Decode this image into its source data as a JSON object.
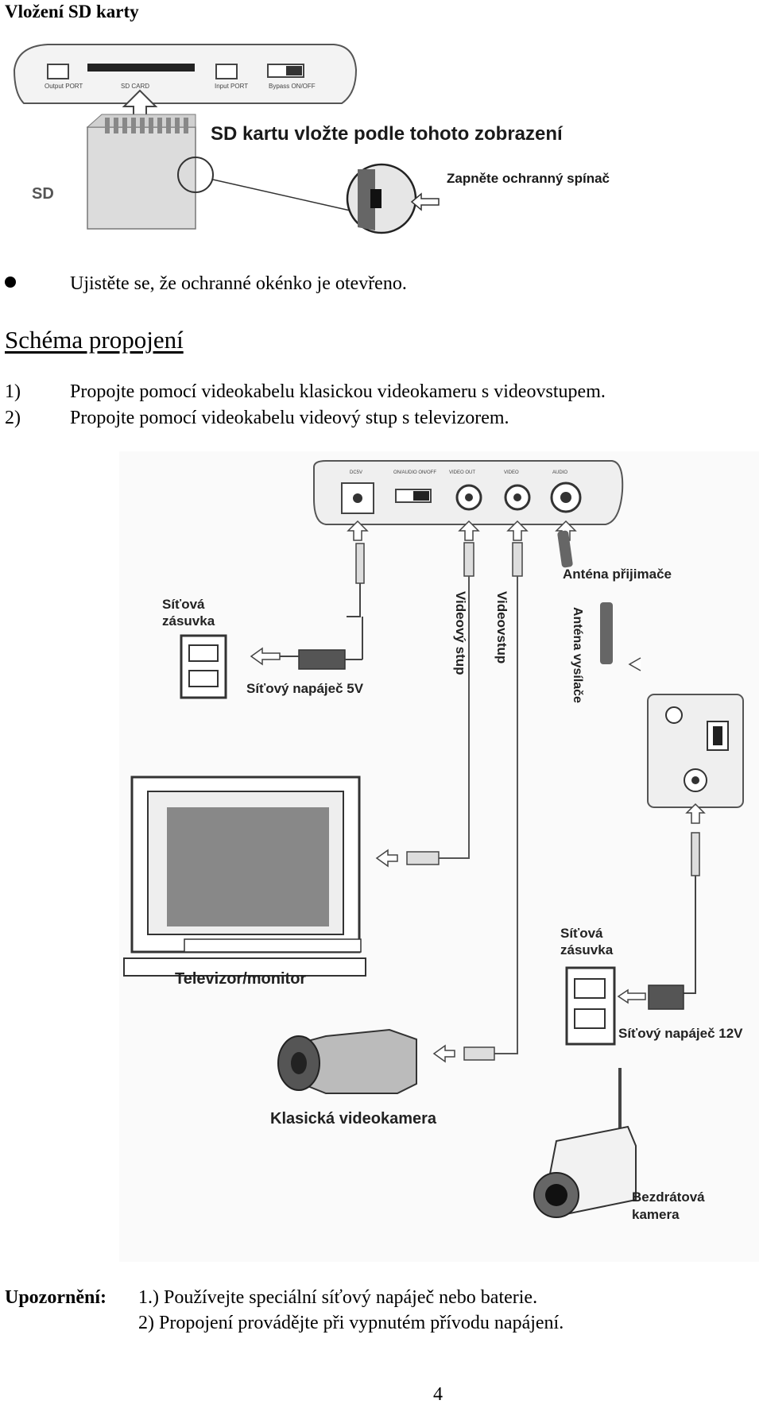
{
  "sd_section": {
    "heading": "Vložení SD karty",
    "figure": {
      "port_output": "Output PORT",
      "port_sdcard": "SD CARD",
      "port_input": "Input PORT",
      "port_bypass": "Bypass ON/OFF",
      "sd_logo": "SD",
      "title": "SD kartu vložte podle tohoto zobrazení",
      "callout": "Zapněte ochranný spínač"
    },
    "bullet": "Ujistěte se, že ochranné okénko je otevřeno."
  },
  "schema_section": {
    "heading": "Schéma propojení",
    "steps": [
      {
        "num": "1)",
        "text": "Propojte pomocí videokabelu klasickou videokameru s videovstupem."
      },
      {
        "num": "2)",
        "text": "Propojte pomocí videokabelu videový stup s televizorem."
      }
    ],
    "diagram": {
      "receiver_ports": [
        "DC5V",
        "ON/AUDIO ON/OFF",
        "VIDEO OUT",
        "VIDEO",
        "AUDIO"
      ],
      "antenna_receiver": "Anténa přijimače",
      "outlet_1_line1": "Síťová",
      "outlet_1_line2": "zásuvka",
      "adapter_5v": "Síťový napáječ 5V",
      "video_out": "Videový stup",
      "video_in": "Videovstup",
      "antenna_transmitter": "Anténa vysílače",
      "tv": "Televizor/monitor",
      "outlet_2_line1": "Síťová",
      "outlet_2_line2": "zásuvka",
      "adapter_12v": "Síťový napáječ 12V",
      "classic_camera": "Klasická videokamera",
      "wireless_camera_line1": "Bezdrátová",
      "wireless_camera_line2": "kamera"
    }
  },
  "notes": {
    "label": "Upozornění:",
    "lines": [
      "1.) Používejte speciální síťový napáječ nebo baterie.",
      "2) Propojení provádějte při vypnutém přívodu napájení."
    ]
  },
  "page_number": "4"
}
